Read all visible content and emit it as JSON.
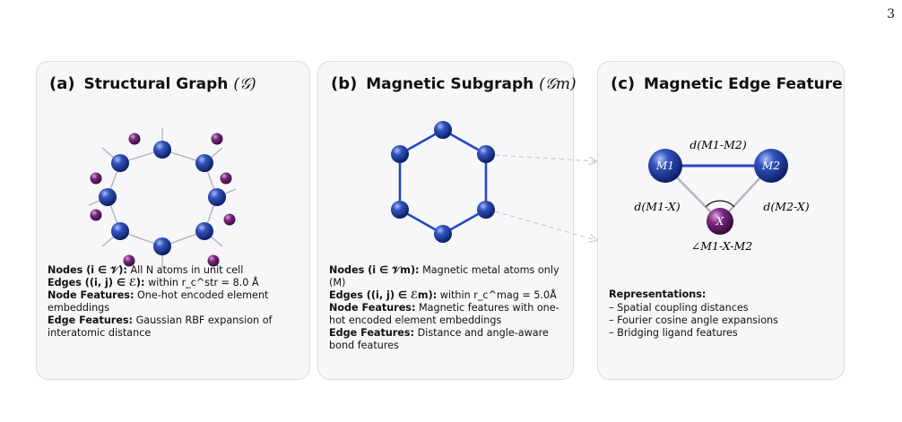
{
  "page_number": "3",
  "panel_a": {
    "letter": "(a)",
    "title": "Structural Graph",
    "symbol": "(𝒢)",
    "lines": [
      {
        "label": "Nodes (i ∈ 𝒱):",
        "text": "All N atoms in unit cell"
      },
      {
        "label": "Edges ((i, j) ∈ ℰ):",
        "text": "within r_c^str = 8.0 Å"
      },
      {
        "label": "Node Features:",
        "text": "One-hot encoded element embeddings"
      },
      {
        "label": "Edge Features:",
        "text": "Gaussian RBF expansion of interatomic distance"
      }
    ]
  },
  "panel_b": {
    "letter": "(b)",
    "title": "Magnetic Subgraph",
    "symbol": "(𝒢m)",
    "lines": [
      {
        "label": "Nodes (i ∈ 𝒱m):",
        "text": "Magnetic metal atoms only (M)"
      },
      {
        "label": "Edges ((i, j) ∈ ℰm):",
        "text": "within r_c^mag = 5.0Å"
      },
      {
        "label": "Node Features:",
        "text": "Magnetic features with one-hot encoded element embeddings"
      },
      {
        "label": "Edge Features:",
        "text": "Distance and angle-aware bond features"
      }
    ]
  },
  "panel_c": {
    "letter": "(c)",
    "title": "Magnetic Edge Feature",
    "node_m1": "M1",
    "node_m2": "M2",
    "node_x": "X",
    "label_m1m2": "d(M1-M2)",
    "label_m1x": "d(M1-X)",
    "label_m2x": "d(M2-X)",
    "label_angle": "∠M1-X-M2",
    "rep_title": "Representations:",
    "reps": [
      "– Spatial coupling distances",
      "– Fourier cosine angle expansions",
      "– Bridging ligand features"
    ]
  },
  "colors": {
    "metal_atom": "#1f3f99",
    "ligand_atom": "#6e1f6e",
    "mag_edge": "#2347c8",
    "struct_edge": "#b5b8c2",
    "panel_bg": "#f7f7f9",
    "panel_border": "#d9dbe3"
  }
}
